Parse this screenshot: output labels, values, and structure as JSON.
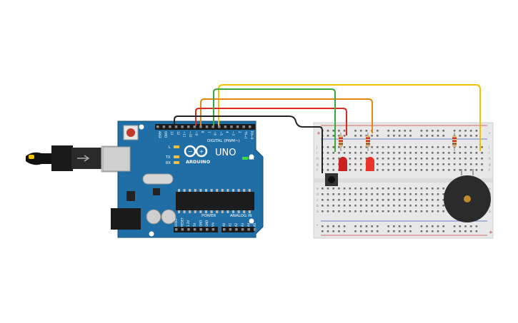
{
  "arduino": {
    "brand": "ARDUINO",
    "model": "UNO",
    "header_digital": "DIGITAL (PWM~)",
    "header_power": "POWER",
    "header_analog": "ANALOG IN",
    "on_label": "ON",
    "led_l": "L",
    "led_tx": "TX",
    "led_rx": "RX",
    "pin_labels_digital": [
      "AREF",
      "GND",
      "13",
      "12",
      "~11",
      "~10",
      "~9",
      "8",
      "7",
      "~6",
      "~5",
      "4",
      "~3",
      "2",
      "TX→1",
      "RX←0"
    ],
    "pin_labels_power": [
      "IOREF",
      "RESET",
      "3.3V",
      "5V",
      "GND",
      "GND",
      "Vin"
    ],
    "pin_labels_analog": [
      "A0",
      "A1",
      "A2",
      "A3",
      "A4",
      "A5"
    ]
  },
  "breadboard": {
    "row_letters_top": [
      "j",
      "i",
      "h",
      "g",
      "f"
    ],
    "row_letters_bottom": [
      "e",
      "d",
      "c",
      "b",
      "a"
    ],
    "rail_plus": "+",
    "rail_minus": "-"
  },
  "components": {
    "leds": [
      {
        "color": "#cc1f1f"
      },
      {
        "color": "#e8332a"
      }
    ],
    "buzzer": {
      "color": "#2b2b2b"
    },
    "pushbutton": {
      "color": "#333333"
    }
  },
  "wires": [
    {
      "color": "#f2c200"
    },
    {
      "color": "#e8860c"
    },
    {
      "color": "#dd2a1b"
    },
    {
      "color": "#3aa83a"
    },
    {
      "color": "#222222"
    }
  ]
}
